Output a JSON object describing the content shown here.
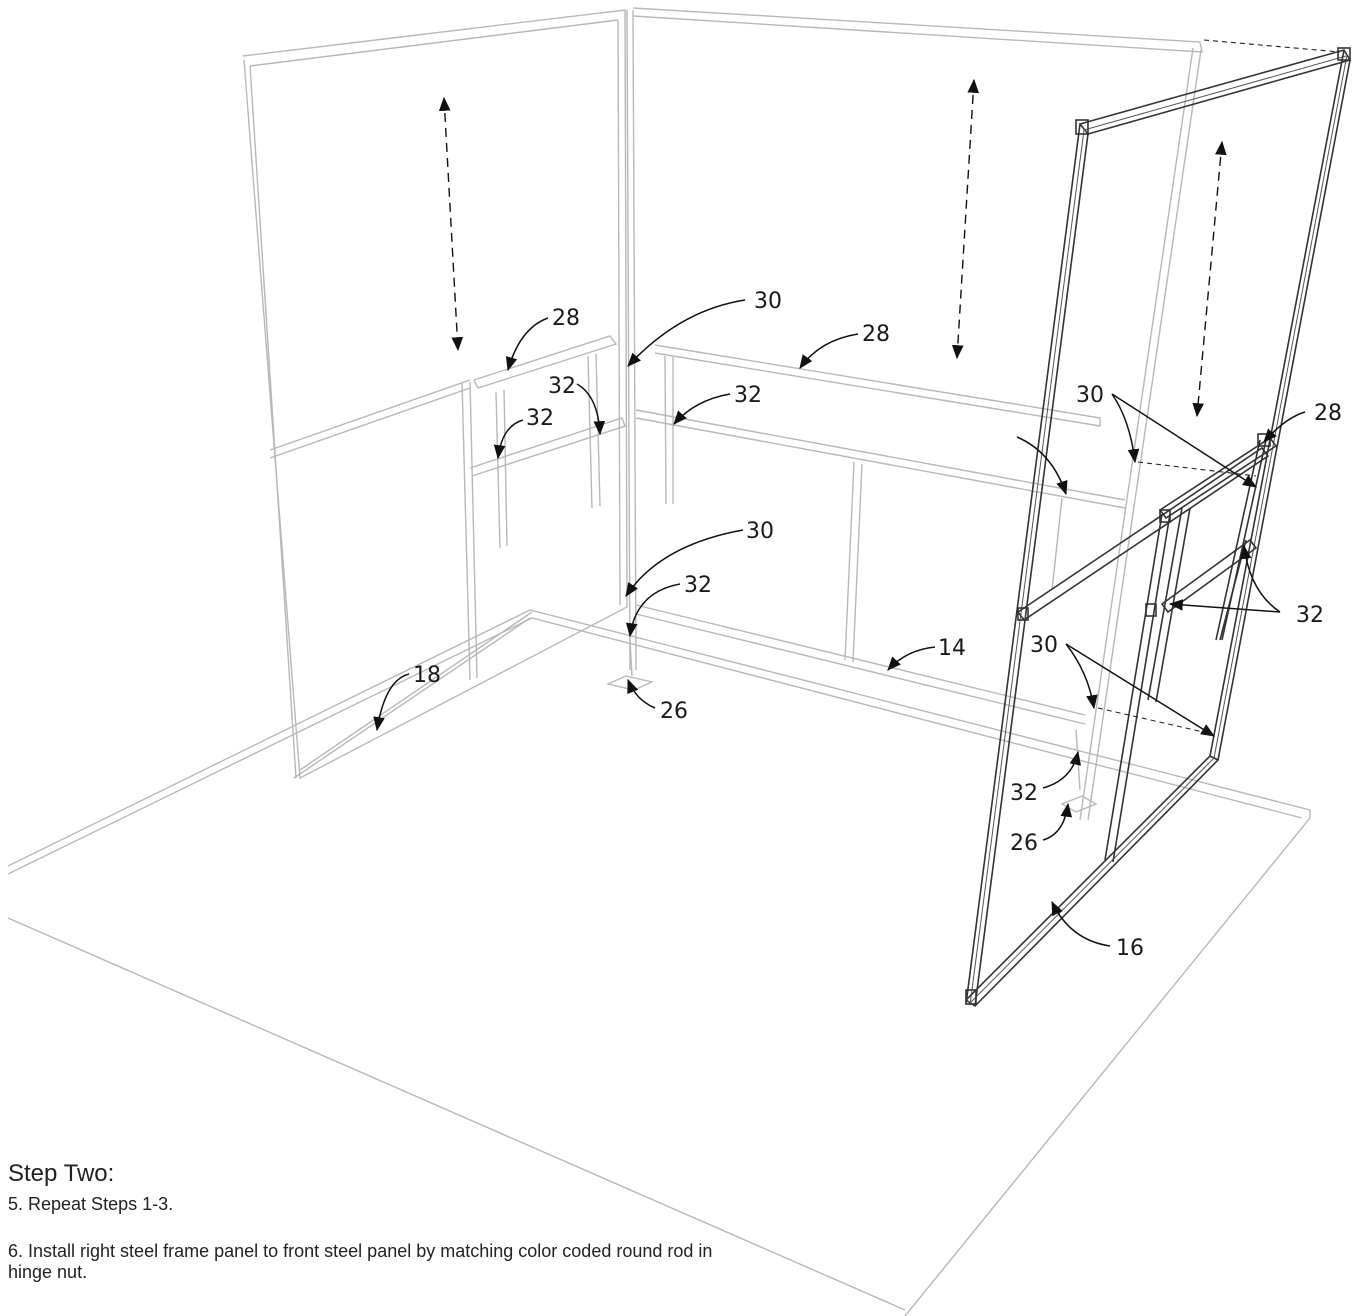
{
  "diagram": {
    "labels": {
      "l28a": "28",
      "l30a": "30",
      "l28b": "28",
      "l32a": "32",
      "l32b": "32",
      "l32c": "32",
      "l30b": "30",
      "l28c": "28",
      "l30c": "30",
      "l32d": "32",
      "l18": "18",
      "l26a": "26",
      "l14": "14",
      "l32e": "32",
      "l30d": "30",
      "l32f": "32",
      "l26b": "26",
      "l16": "16"
    }
  },
  "instructions": {
    "title": "Step Two:",
    "step5": "5.  Repeat Steps 1-3.",
    "step6": "6.  Install right steel frame panel to front steel panel by matching color coded round rod in hinge nut."
  }
}
